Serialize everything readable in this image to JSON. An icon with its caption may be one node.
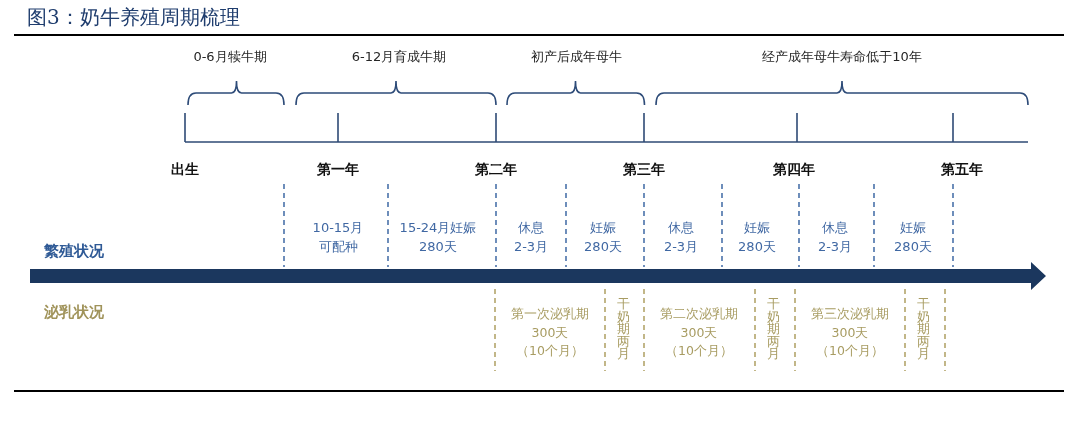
{
  "diagram": {
    "title": "图3：奶牛养殖周期梳理",
    "labels": [
      "0-6月犊牛期",
      "6-12月育成牛期",
      "初产后成年母牛",
      "经产成年母牛寿命低于10年",
      "出生",
      "第一年",
      "第二年",
      "第三年",
      "第四年",
      "第五年",
      "繁殖状况",
      "10-15月可配种",
      "15-24月妊娠280天",
      "休息2-3月",
      "妊娠280天",
      "休息2-3月",
      "妊娠280天",
      "休息2-3月",
      "妊娠280天",
      "泌乳状况",
      "第一次泌乳期300天（10个月）",
      "干奶期两月",
      "第二次泌乳期300天（10个月）",
      "干奶期两月",
      "第三次泌乳期300天（10个月）",
      "干奶期两月"
    ]
  }
}
